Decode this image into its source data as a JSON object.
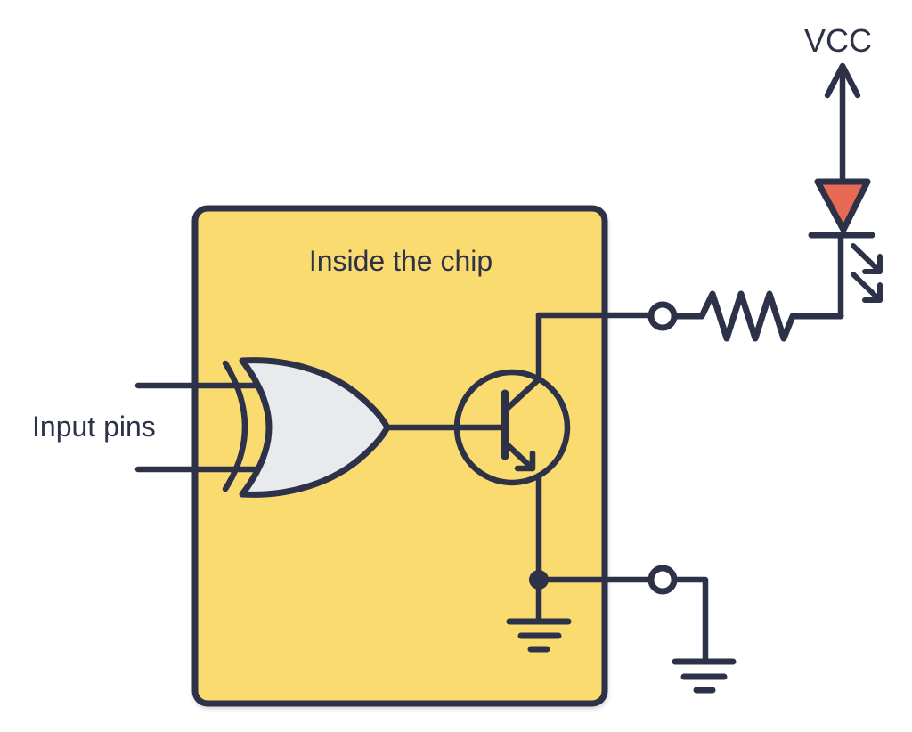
{
  "colors": {
    "background": "#FFFFFF",
    "stroke_navy": "#2E3248",
    "chip_fill": "#FADB70",
    "gate_fill": "#E9EAEE",
    "led_fill": "#E76A55",
    "pin_fill": "#FFFFFF"
  },
  "labels": {
    "vcc": "VCC",
    "chip_title": "Inside the chip",
    "input_pins": "Input pins"
  },
  "components": {
    "gate": "xor-gate",
    "transistor": "npn-transistor",
    "resistor": "resistor",
    "led": "led-with-light-arrows",
    "power": "vcc-arrow",
    "grounds": [
      "chip-internal-ground",
      "external-ground"
    ],
    "pins": [
      "output-pin",
      "ground-pin"
    ]
  }
}
